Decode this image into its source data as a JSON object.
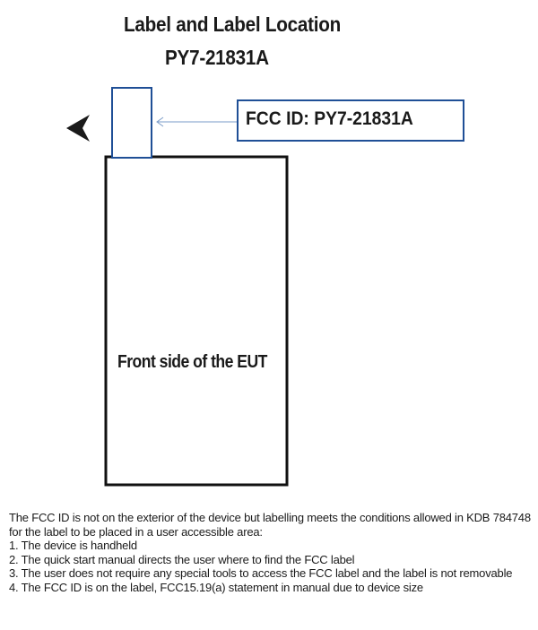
{
  "title": {
    "line1": "Label and Label Location",
    "line2": "PY7-21831A"
  },
  "diagram": {
    "fcc_id_box_text": "FCC ID: PY7-21831A",
    "eut_label": "Front side of the EUT"
  },
  "note": {
    "intro": "The FCC ID is not on the exterior of the device but labelling meets the conditions allowed in KDB 784748 for the label to be placed in a user accessible area:",
    "items": [
      {
        "num": "1",
        "text": "The device is handheld"
      },
      {
        "num": "2",
        "text": "The quick start manual directs the user where to find the FCC label"
      },
      {
        "num": "3",
        "text": "The user does not require any special tools to access the FCC label and the label is not  removable"
      },
      {
        "num": "4",
        "text": "The FCC ID is on the label, FCC15.19(a) statement in manual due to device size"
      }
    ]
  },
  "colors": {
    "label_outline": "#1f4f96",
    "arrow_line": "#7a9bc8",
    "device_outline": "#111111",
    "pointer": "#1a1a1a"
  }
}
